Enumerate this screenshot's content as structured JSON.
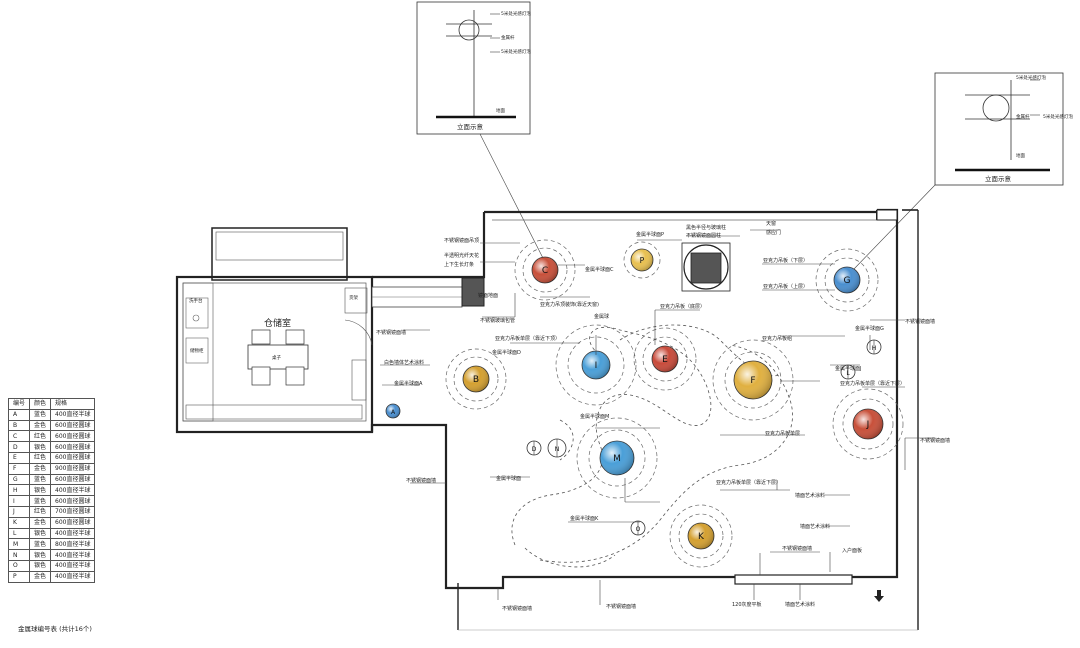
{
  "detail_views": [
    {
      "title": "立面示意",
      "labels": [
        "5米处光感灯泡",
        "金属杆",
        "5米处光感灯泡",
        "地面"
      ]
    },
    {
      "title": "立面示意",
      "labels": [
        "5米处光感灯泡",
        "金属杆",
        "5米处光感灯泡",
        "地面"
      ]
    }
  ],
  "rooms": {
    "storage": "仓储室",
    "storage_table": "桌子",
    "sink": "洗手台",
    "cabinet": "储物柜",
    "shelf": "货架"
  },
  "spheres": [
    {
      "id": "A",
      "color": "#4a8fd0"
    },
    {
      "id": "B",
      "color": "#d4a030"
    },
    {
      "id": "C",
      "color": "#c8503a"
    },
    {
      "id": "D",
      "color": "#ffffff"
    },
    {
      "id": "E",
      "color": "#c84a3a"
    },
    {
      "id": "F",
      "color": "#e0b040"
    },
    {
      "id": "G",
      "color": "#4a8fd0"
    },
    {
      "id": "H",
      "color": "#ffffff"
    },
    {
      "id": "I",
      "color": "#4a9fd8"
    },
    {
      "id": "J",
      "color": "#c8503a"
    },
    {
      "id": "K",
      "color": "#d4a030"
    },
    {
      "id": "L",
      "color": "#ffffff"
    },
    {
      "id": "M",
      "color": "#4a9fd8"
    },
    {
      "id": "N",
      "color": "#ffffff"
    },
    {
      "id": "O",
      "color": "#ffffff"
    },
    {
      "id": "P",
      "color": "#e8c050"
    }
  ],
  "annotations": [
    "不锈钢镜面吊顶",
    "半透明光纤天花",
    "上下生长灯条",
    "不锈钢玻璃包管",
    "金属半球面P",
    "黑色半径与玻璃柱",
    "不锈钢镜面圆柱",
    "镜面地面",
    "天窗",
    "感应门",
    "白色墙体艺术涂料",
    "金属半球面A",
    "亚克力吊顶装饰(靠近天窗)",
    "金属半球面C",
    "亚克力吊板单层（靠近下顶）",
    "金属半球面D",
    "不锈钢镜面墙",
    "亚克力吊板（下层）",
    "亚克力吊板（上层）",
    "亚克力吊板（底层）",
    "金属球",
    "亚克力吊板组",
    "金属半球面G",
    "不锈钢镜面墙",
    "不锈钢镜面墙",
    "金属半球面J",
    "亚克力吊板单层（靠近下层）",
    "亚克力吊板单层",
    "金属半球面M",
    "金属半球面",
    "不锈钢镜面墙",
    "不锈钢镜面墙",
    "亚克力吊板单层（靠近下层）",
    "金属半球面K",
    "墙面艺术涂料",
    "墙面艺术涂料",
    "入户面板",
    "不锈钢镜面墙",
    "不锈钢镜面墙",
    "120灰度平板",
    "墙面艺术涂料"
  ],
  "legend": {
    "headers": [
      "编号",
      "颜色",
      "规格"
    ],
    "rows": [
      [
        "A",
        "蓝色",
        "400直径半球"
      ],
      [
        "B",
        "金色",
        "600直径圆球"
      ],
      [
        "C",
        "红色",
        "600直径圆球"
      ],
      [
        "D",
        "银色",
        "600直径圆球"
      ],
      [
        "E",
        "红色",
        "600直径圆球"
      ],
      [
        "F",
        "金色",
        "900直径圆球"
      ],
      [
        "G",
        "蓝色",
        "600直径圆球"
      ],
      [
        "H",
        "银色",
        "400直径半球"
      ],
      [
        "I",
        "蓝色",
        "600直径圆球"
      ],
      [
        "J",
        "红色",
        "700直径圆球"
      ],
      [
        "K",
        "金色",
        "600直径圆球"
      ],
      [
        "L",
        "银色",
        "400直径半球"
      ],
      [
        "M",
        "蓝色",
        "800直径半球"
      ],
      [
        "N",
        "银色",
        "400直径半球"
      ],
      [
        "O",
        "银色",
        "400直径半球"
      ],
      [
        "P",
        "金色",
        "400直径半球"
      ]
    ],
    "caption": "金属球编号表 (共计16个)"
  }
}
